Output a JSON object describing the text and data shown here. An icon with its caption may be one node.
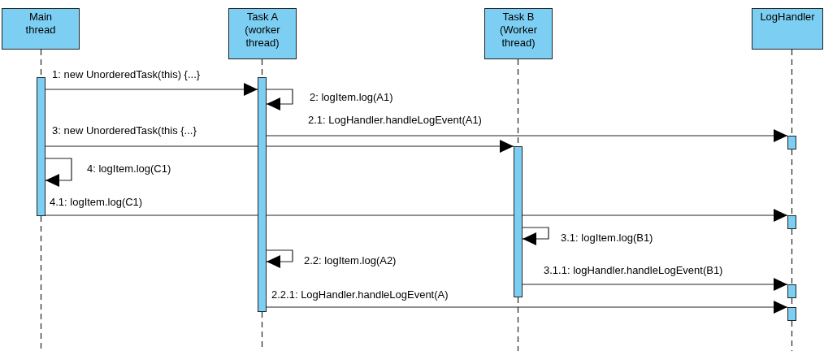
{
  "diagram": {
    "nodes": [
      {
        "text": [
          "Main thread"
        ]
      },
      {
        "text": [
          "Task A (worker thread)"
        ]
      },
      {
        "text": [
          "Task B (Worker thread)"
        ]
      },
      {
        "text": [
          "LogHandler"
        ]
      },
      {
        "text": [],
        "shape": "bar"
      },
      {
        "text": [],
        "shape": "bar"
      },
      {
        "text": [],
        "shape": "bar"
      },
      {
        "text": [],
        "shape": "bar"
      },
      {
        "text": [],
        "shape": "bar"
      },
      {
        "text": [],
        "shape": "bar"
      },
      {
        "text": [],
        "shape": "bar"
      }
    ],
    "edges": [
      {
        "from": 4,
        "to": 5,
        "arrow": "to",
        "label": "1: new UnorderedTask(this) {...}"
      },
      {
        "from": 5,
        "to": 5,
        "arrow": "to",
        "label": "2: logItem.log(A1)"
      },
      {
        "from": 5,
        "to": 7,
        "arrow": "to",
        "label": "2.1: LogHandler.handleLogEvent(A1)"
      },
      {
        "from": 4,
        "to": 6,
        "arrow": "to",
        "label": "3: new UnorderedTask(this {...}"
      },
      {
        "from": 4,
        "to": 4,
        "arrow": "to",
        "label": "4: logItem.log(C1)"
      },
      {
        "from": 4,
        "to": 8,
        "arrow": "to",
        "label": "4.1: logItem.log(C1)"
      },
      {
        "from": 6,
        "to": 6,
        "arrow": "to",
        "label": "3.1: logItem.log(B1)"
      },
      {
        "from": 5,
        "to": 5,
        "arrow": "to",
        "label": "2.2: logItem.log(A2)"
      },
      {
        "from": 6,
        "to": 9,
        "arrow": "to",
        "label": "3.1.1: logHandler.handleLogEvent(B1)"
      },
      {
        "from": 5,
        "to": 10,
        "arrow": "to",
        "label": "2.2.1: LogHandler.handleLogEvent(A)"
      },
      {
        "from": 0,
        "to": 4,
        "arrow": "none",
        "style": "dashed"
      },
      {
        "from": 1,
        "to": 5,
        "arrow": "none",
        "style": "dashed"
      },
      {
        "from": 2,
        "to": 6,
        "arrow": "none",
        "style": "dashed"
      },
      {
        "from": 3,
        "to": 7,
        "arrow": "none",
        "style": "dashed"
      },
      {
        "from": 7,
        "to": 8,
        "arrow": "none",
        "style": "dashed"
      },
      {
        "from": 8,
        "to": 9,
        "arrow": "none",
        "style": "dashed"
      },
      {
        "from": 9,
        "to": 10,
        "arrow": "none",
        "style": "dashed"
      }
    ]
  }
}
